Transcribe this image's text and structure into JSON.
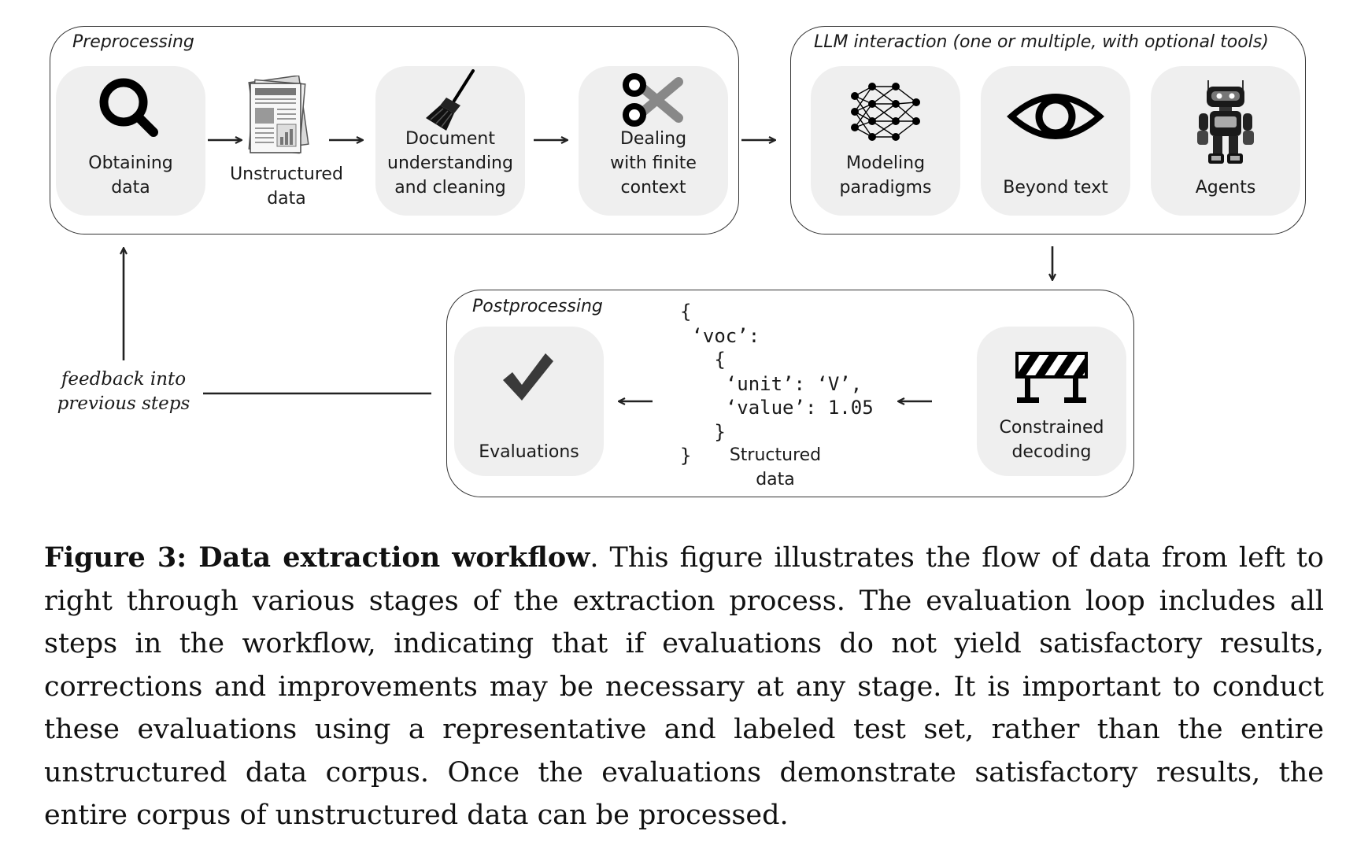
{
  "groups": {
    "preprocessing": "Preprocessing",
    "llm": "LLM interaction (one or multiple, with optional tools)",
    "postprocessing": "Postprocessing"
  },
  "steps": {
    "obtaining": "Obtaining\ndata",
    "unstructured": "Unstructured\ndata",
    "document": "Document\nunderstanding\nand cleaning",
    "finite": "Dealing\nwith finite\ncontext",
    "modeling": "Modeling\nparadigms",
    "beyond": "Beyond text",
    "agents": "Agents",
    "constrained": "Constrained\ndecoding",
    "structured": "Structured\ndata",
    "evaluations": "Evaluations"
  },
  "code_sample": "{\n ‘voc’:\n   {\n    ‘unit’: ‘V’,\n    ‘value’: 1.05\n   }\n}",
  "feedback": "feedback into\nprevious steps",
  "caption": {
    "label": "Figure 3: Data extraction workflow",
    "text": ". This figure illustrates the flow of data from left to right through various stages of the extraction process. The evaluation loop includes all steps in the workflow, indicating that if evaluations do not yield satisfactory results, corrections and improvements may be necessary at any stage. It is important to conduct these evaluations using a representative and labeled test set, rather than the entire unstructured data corpus. Once the evaluations demonstrate satisfactory results, the entire corpus of unstructured data can be processed."
  },
  "icons": [
    "magnifier-icon",
    "newspaper-icon",
    "broom-icon",
    "scissors-icon",
    "neural-network-icon",
    "eye-icon",
    "robot-icon",
    "barrier-icon",
    "checkmark-icon"
  ]
}
